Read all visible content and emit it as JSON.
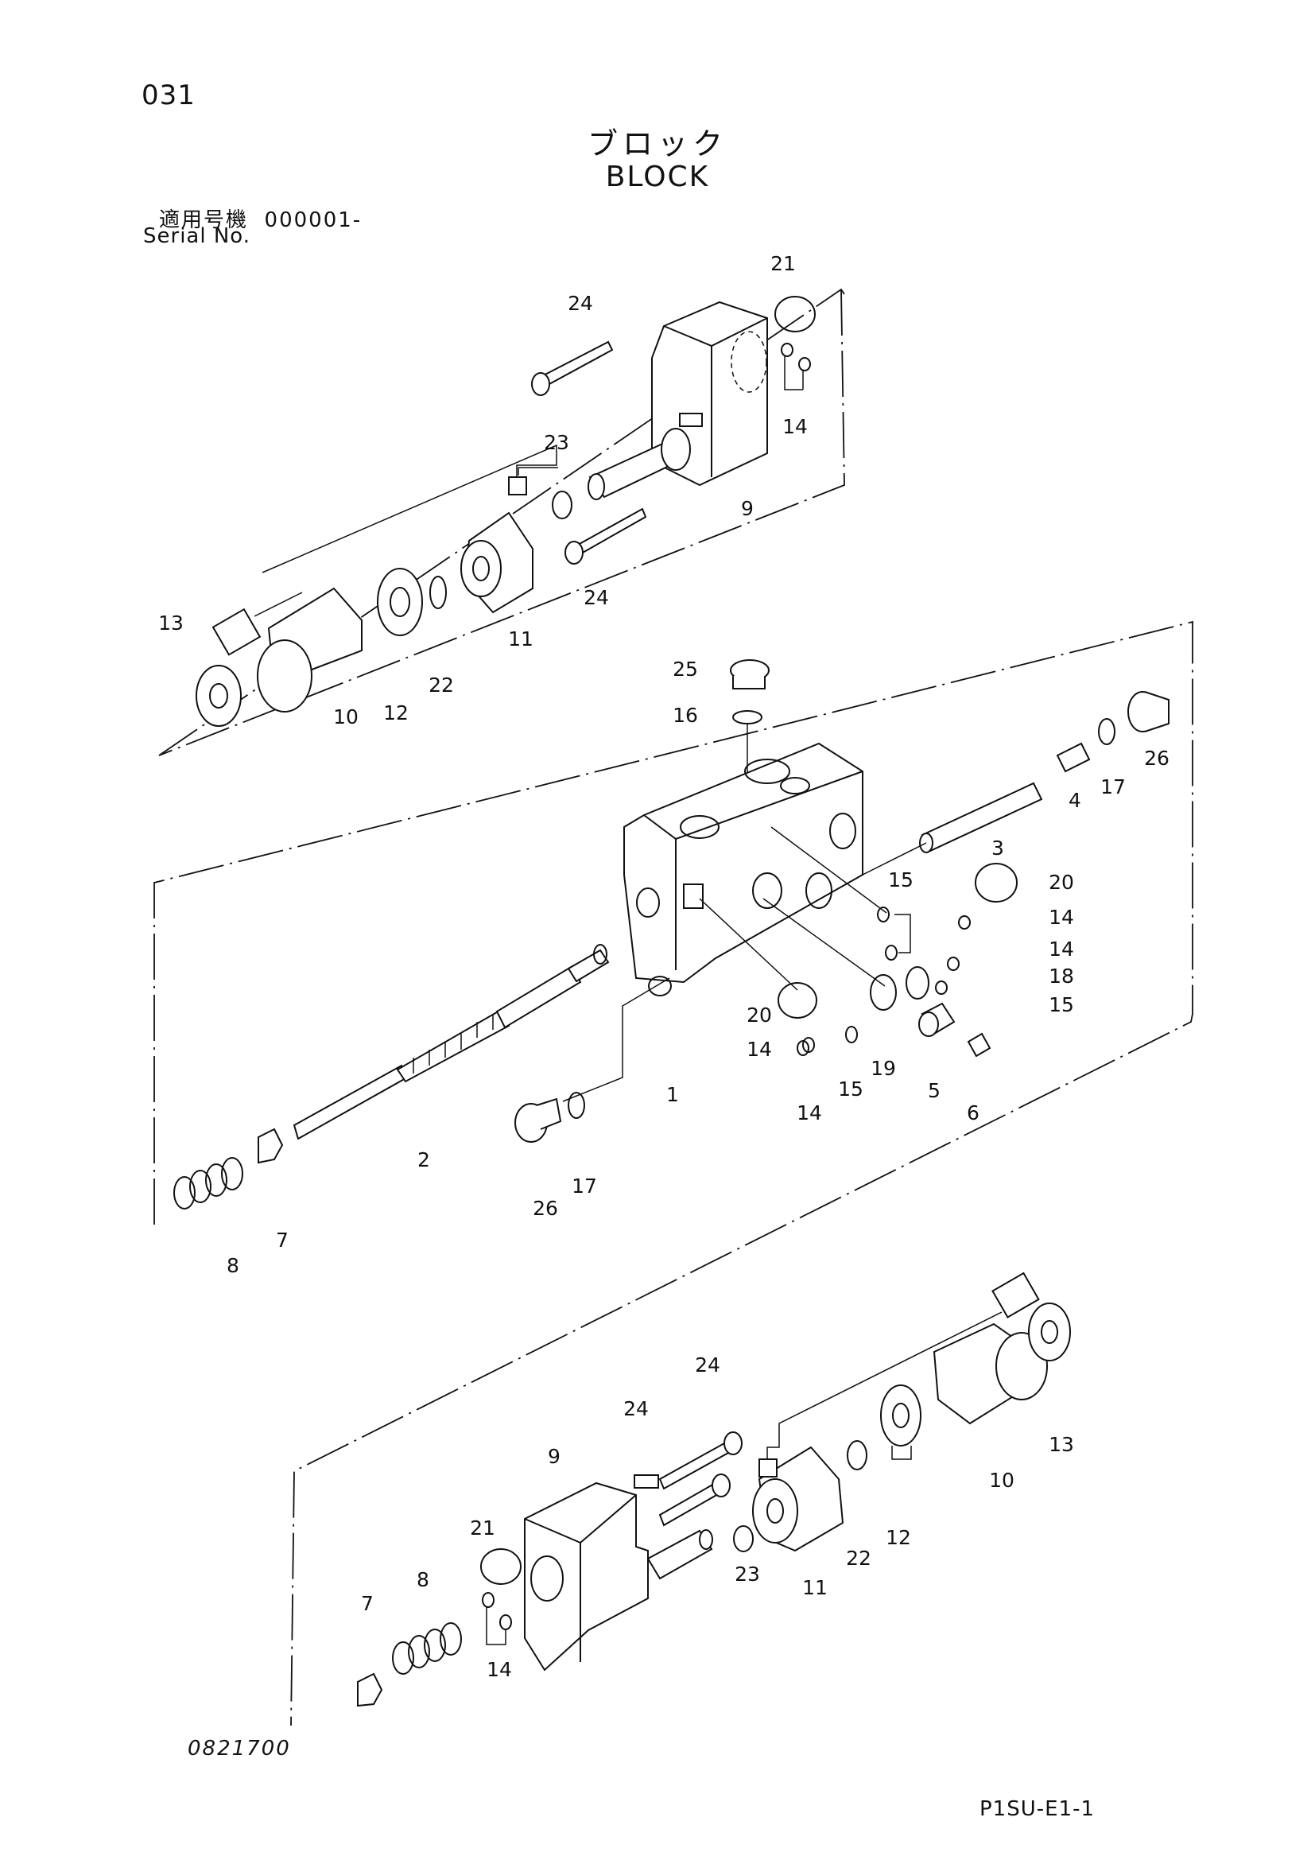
{
  "header": {
    "page_number": "031",
    "title_jp": "ブロック",
    "title_en": "BLOCK",
    "serial_label_jp": "適用号機",
    "serial_value": "000001-",
    "serial_label_en": "Serial No."
  },
  "footer": {
    "drawing_number": "0821700",
    "page_code": "P1SU-E1-1"
  },
  "callouts": {
    "c1": "1",
    "c2": "2",
    "c3": "3",
    "c4": "4",
    "c5": "5",
    "c6": "6",
    "c7": "7",
    "c8": "8",
    "c9": "9",
    "c10": "10",
    "c11": "11",
    "c12": "12",
    "c13": "13",
    "c14": "14",
    "c15": "15",
    "c16": "16",
    "c17": "17",
    "c18": "18",
    "c19": "19",
    "c20": "20",
    "c21": "21",
    "c22": "22",
    "c23": "23",
    "c24": "24",
    "c25": "25",
    "c26": "26"
  }
}
